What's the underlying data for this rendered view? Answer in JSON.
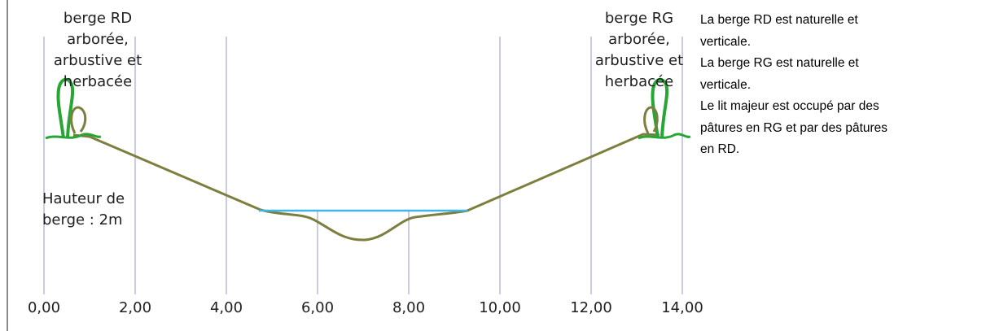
{
  "diagram": {
    "x_ticks": [
      "0,00",
      "2,00",
      "4,00",
      "6,00",
      "8,00",
      "10,00",
      "12,00",
      "14,00"
    ],
    "left_bank_label": [
      "berge RD",
      "arborée,",
      "arbustive et",
      "herbacée"
    ],
    "right_bank_label": [
      "berge RG",
      "arborée,",
      "arbustive et",
      "herbacée"
    ],
    "height_label": [
      "Hauteur de",
      "berge : 2m"
    ],
    "colors": {
      "ground": "#7d7f3e",
      "water": "#3fb6e8",
      "grid": "#b7b9e6",
      "vegetation": "#27a636",
      "title": "#e46c0a"
    },
    "icons": [
      "tree-icon-left",
      "tree-icon-right"
    ]
  },
  "description": {
    "lines": [
      "La berge RD est naturelle et",
      "verticale.",
      "La berge RG est naturelle et",
      "verticale.",
      "Le lit majeur est occupé par des",
      "pâtures en RG et par des pâtures",
      "en RD."
    ]
  }
}
